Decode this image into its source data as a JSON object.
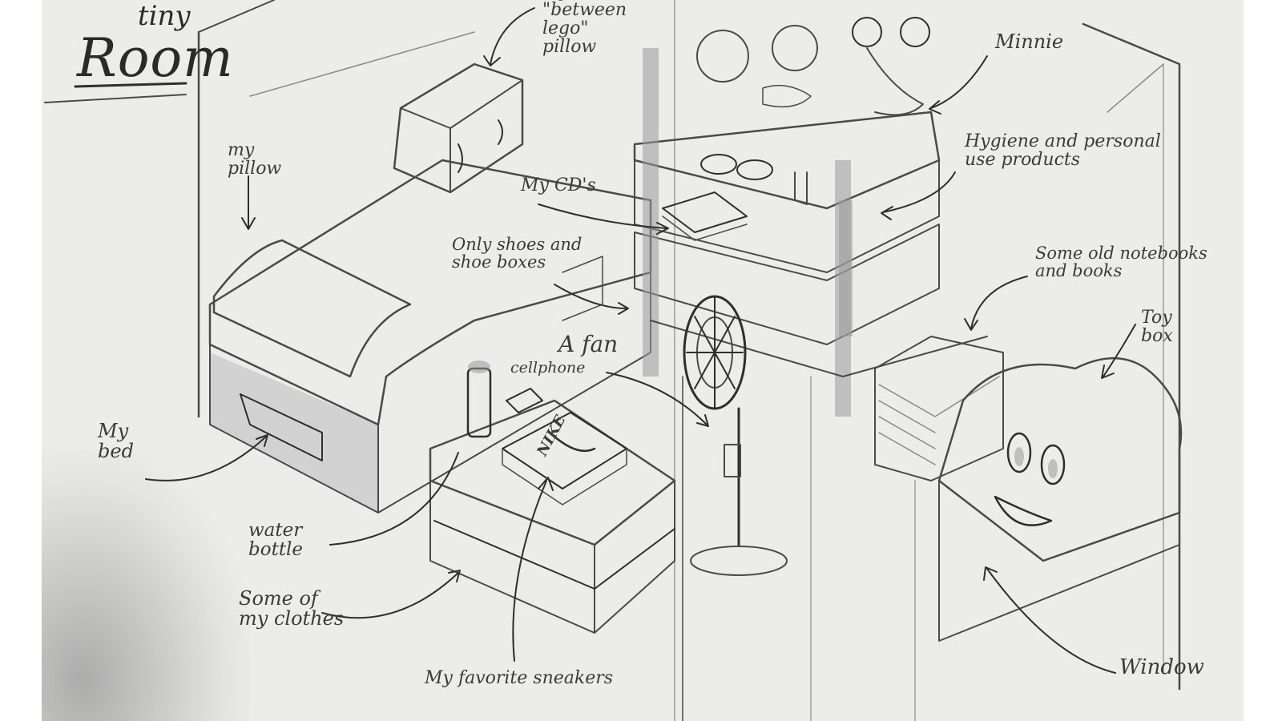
{
  "title": {
    "small": "tiny",
    "large": "Room"
  },
  "labels": {
    "between_lego_pillow": "my\n\"between\nlego\"\npillow",
    "my_pillow": "my\npillow",
    "my_cds": "My CD's",
    "only_shoes": "Only shoes and\nshoe boxes",
    "a_fan": "A fan",
    "cellphone": "cellphone",
    "minnie": "Minnie",
    "hygiene": "Hygiene and personal\nuse products",
    "notebooks": "Some old notebooks\nand books",
    "toy_box": "Toy\nbox",
    "my_bed": "My\nbed",
    "water_bottle": "water\nbottle",
    "clothes": "Some of\nmy clothes",
    "sneakers": "My favorite sneakers",
    "window": "Window",
    "nike": "NIKE"
  },
  "colors": {
    "paper": "#ececeb",
    "pencil": "#4a4a4a"
  }
}
